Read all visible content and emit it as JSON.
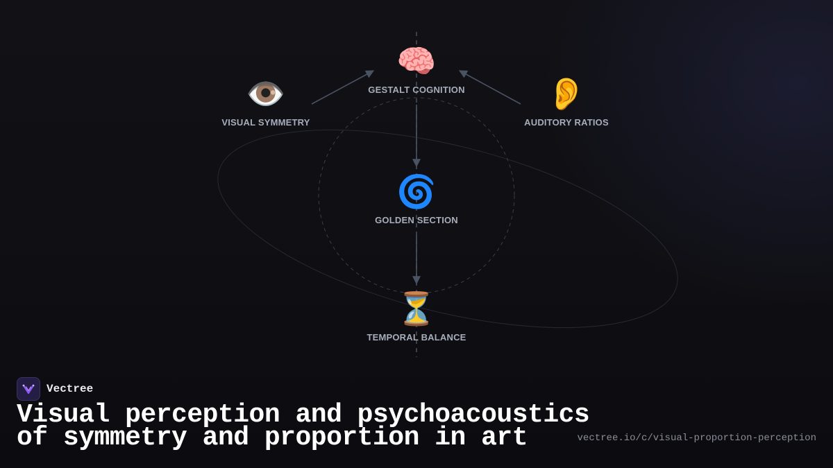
{
  "diagram": {
    "nodes": [
      {
        "id": "gestalt",
        "icon": "brain-icon",
        "glyph": "🧠",
        "label": "GESTALT COGNITION"
      },
      {
        "id": "visual",
        "icon": "eye-icon",
        "glyph": "👁️",
        "label": "VISUAL SYMMETRY"
      },
      {
        "id": "auditory",
        "icon": "ear-icon",
        "glyph": "👂",
        "label": "AUDITORY RATIOS"
      },
      {
        "id": "golden",
        "icon": "spiral-icon",
        "glyph": "🌀",
        "label": "GOLDEN SECTION"
      },
      {
        "id": "temporal",
        "icon": "hourglass-icon",
        "glyph": "⏳",
        "label": "TEMPORAL BALANCE"
      }
    ],
    "edges": [
      {
        "from": "visual",
        "to": "gestalt"
      },
      {
        "from": "auditory",
        "to": "gestalt"
      },
      {
        "from": "gestalt",
        "to": "golden"
      },
      {
        "from": "golden",
        "to": "temporal"
      }
    ]
  },
  "brand": {
    "name": "Vectree",
    "logo_icon": "vectree-logo-icon",
    "accent": "#8b5cf6"
  },
  "title": {
    "line1": "Visual perception and psychoacoustics",
    "line2": "of symmetry and proportion in art"
  },
  "url": "vectree.io/c/visual-proportion-perception"
}
